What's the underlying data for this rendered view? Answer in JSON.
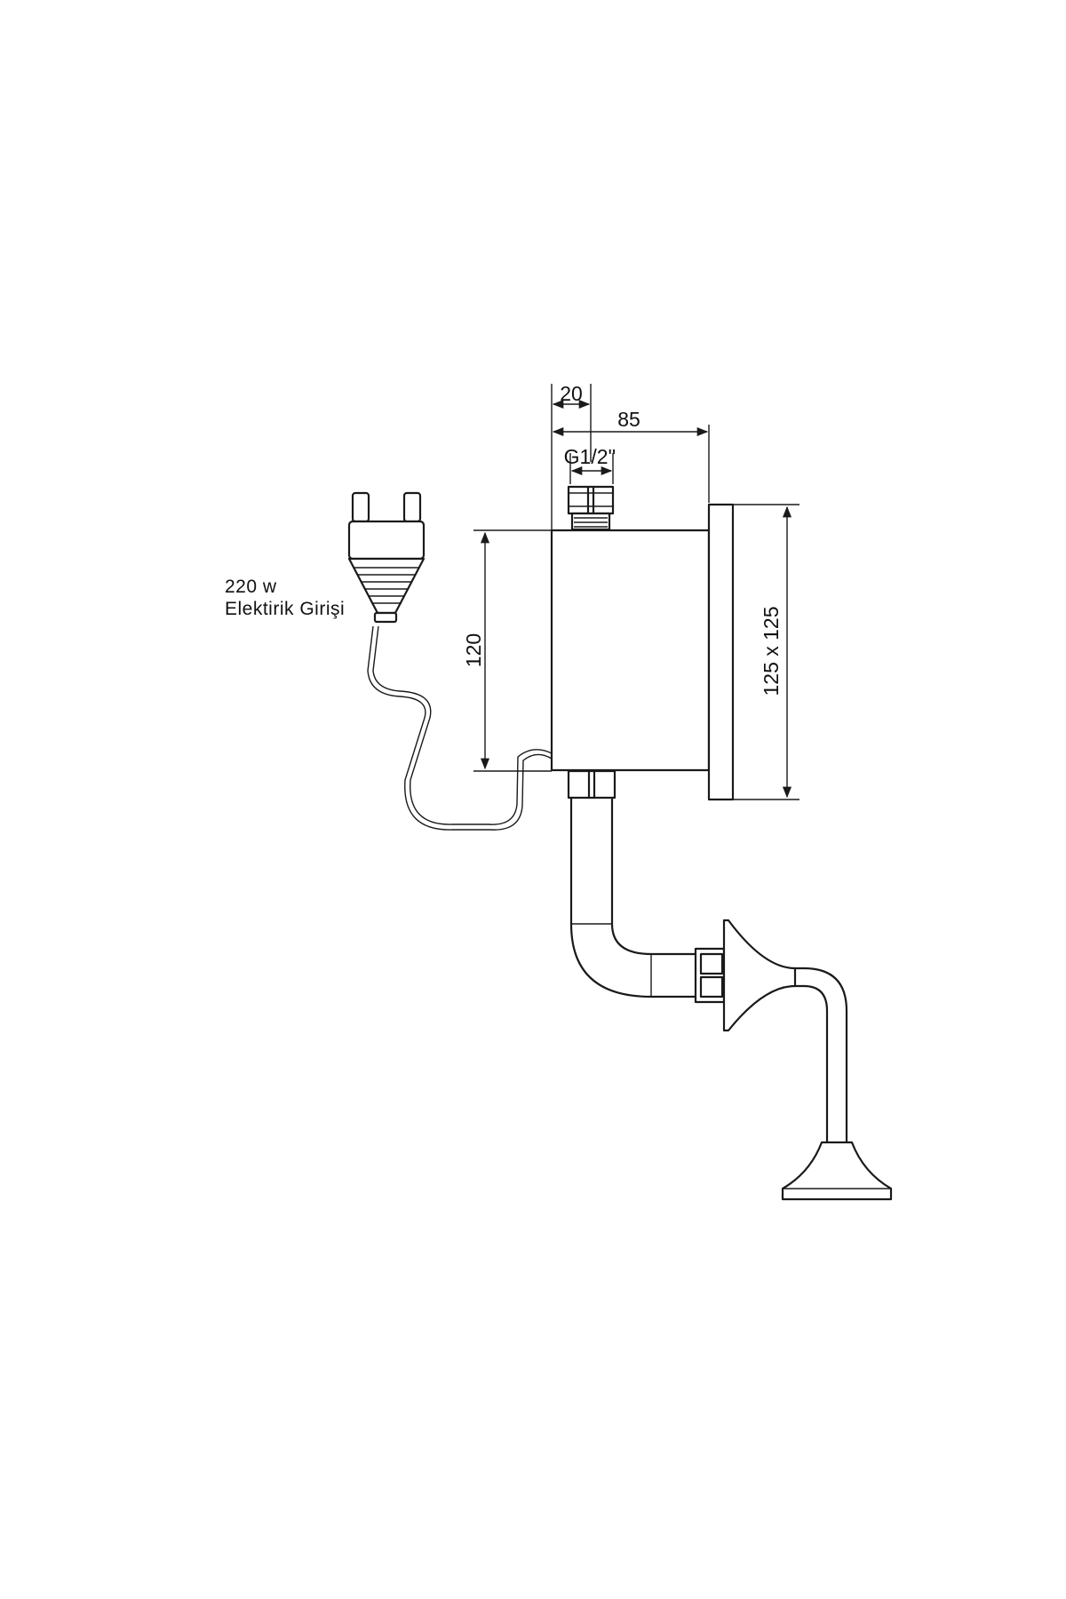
{
  "dimensions": {
    "nipple_width": "20",
    "body_depth": "85",
    "thread": "G1/2''",
    "body_height": "120",
    "plate_size": "125 x 125"
  },
  "electrical": {
    "power": "220 w",
    "input_label": "Elektirik Girişi"
  },
  "colors": {
    "line": "#1a1a1a",
    "background": "#ffffff"
  }
}
